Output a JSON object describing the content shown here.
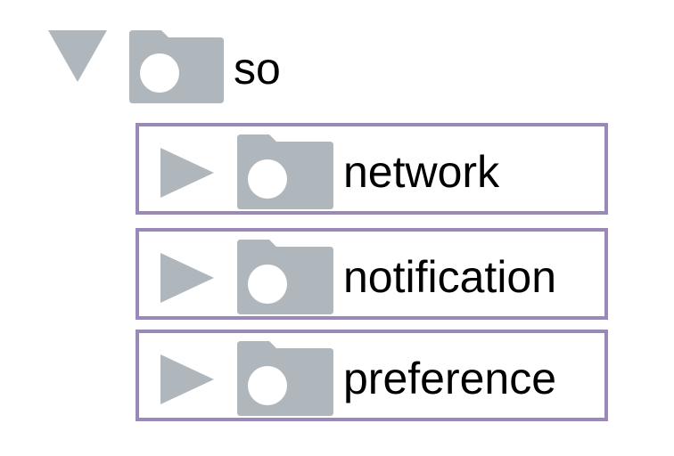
{
  "colors": {
    "icon_gray": "#afb7bd",
    "row_border": "#9a88b8",
    "text": "#000000"
  },
  "tree": {
    "root": {
      "label": "so",
      "expanded": true,
      "toggle_icon": "triangle-down-icon",
      "folder_icon": "folder-icon"
    },
    "children": [
      {
        "label": "network",
        "expanded": false,
        "toggle_icon": "triangle-right-icon",
        "folder_icon": "folder-icon"
      },
      {
        "label": "notification",
        "expanded": false,
        "toggle_icon": "triangle-right-icon",
        "folder_icon": "folder-icon"
      },
      {
        "label": "preference",
        "expanded": false,
        "toggle_icon": "triangle-right-icon",
        "folder_icon": "folder-icon"
      }
    ]
  }
}
